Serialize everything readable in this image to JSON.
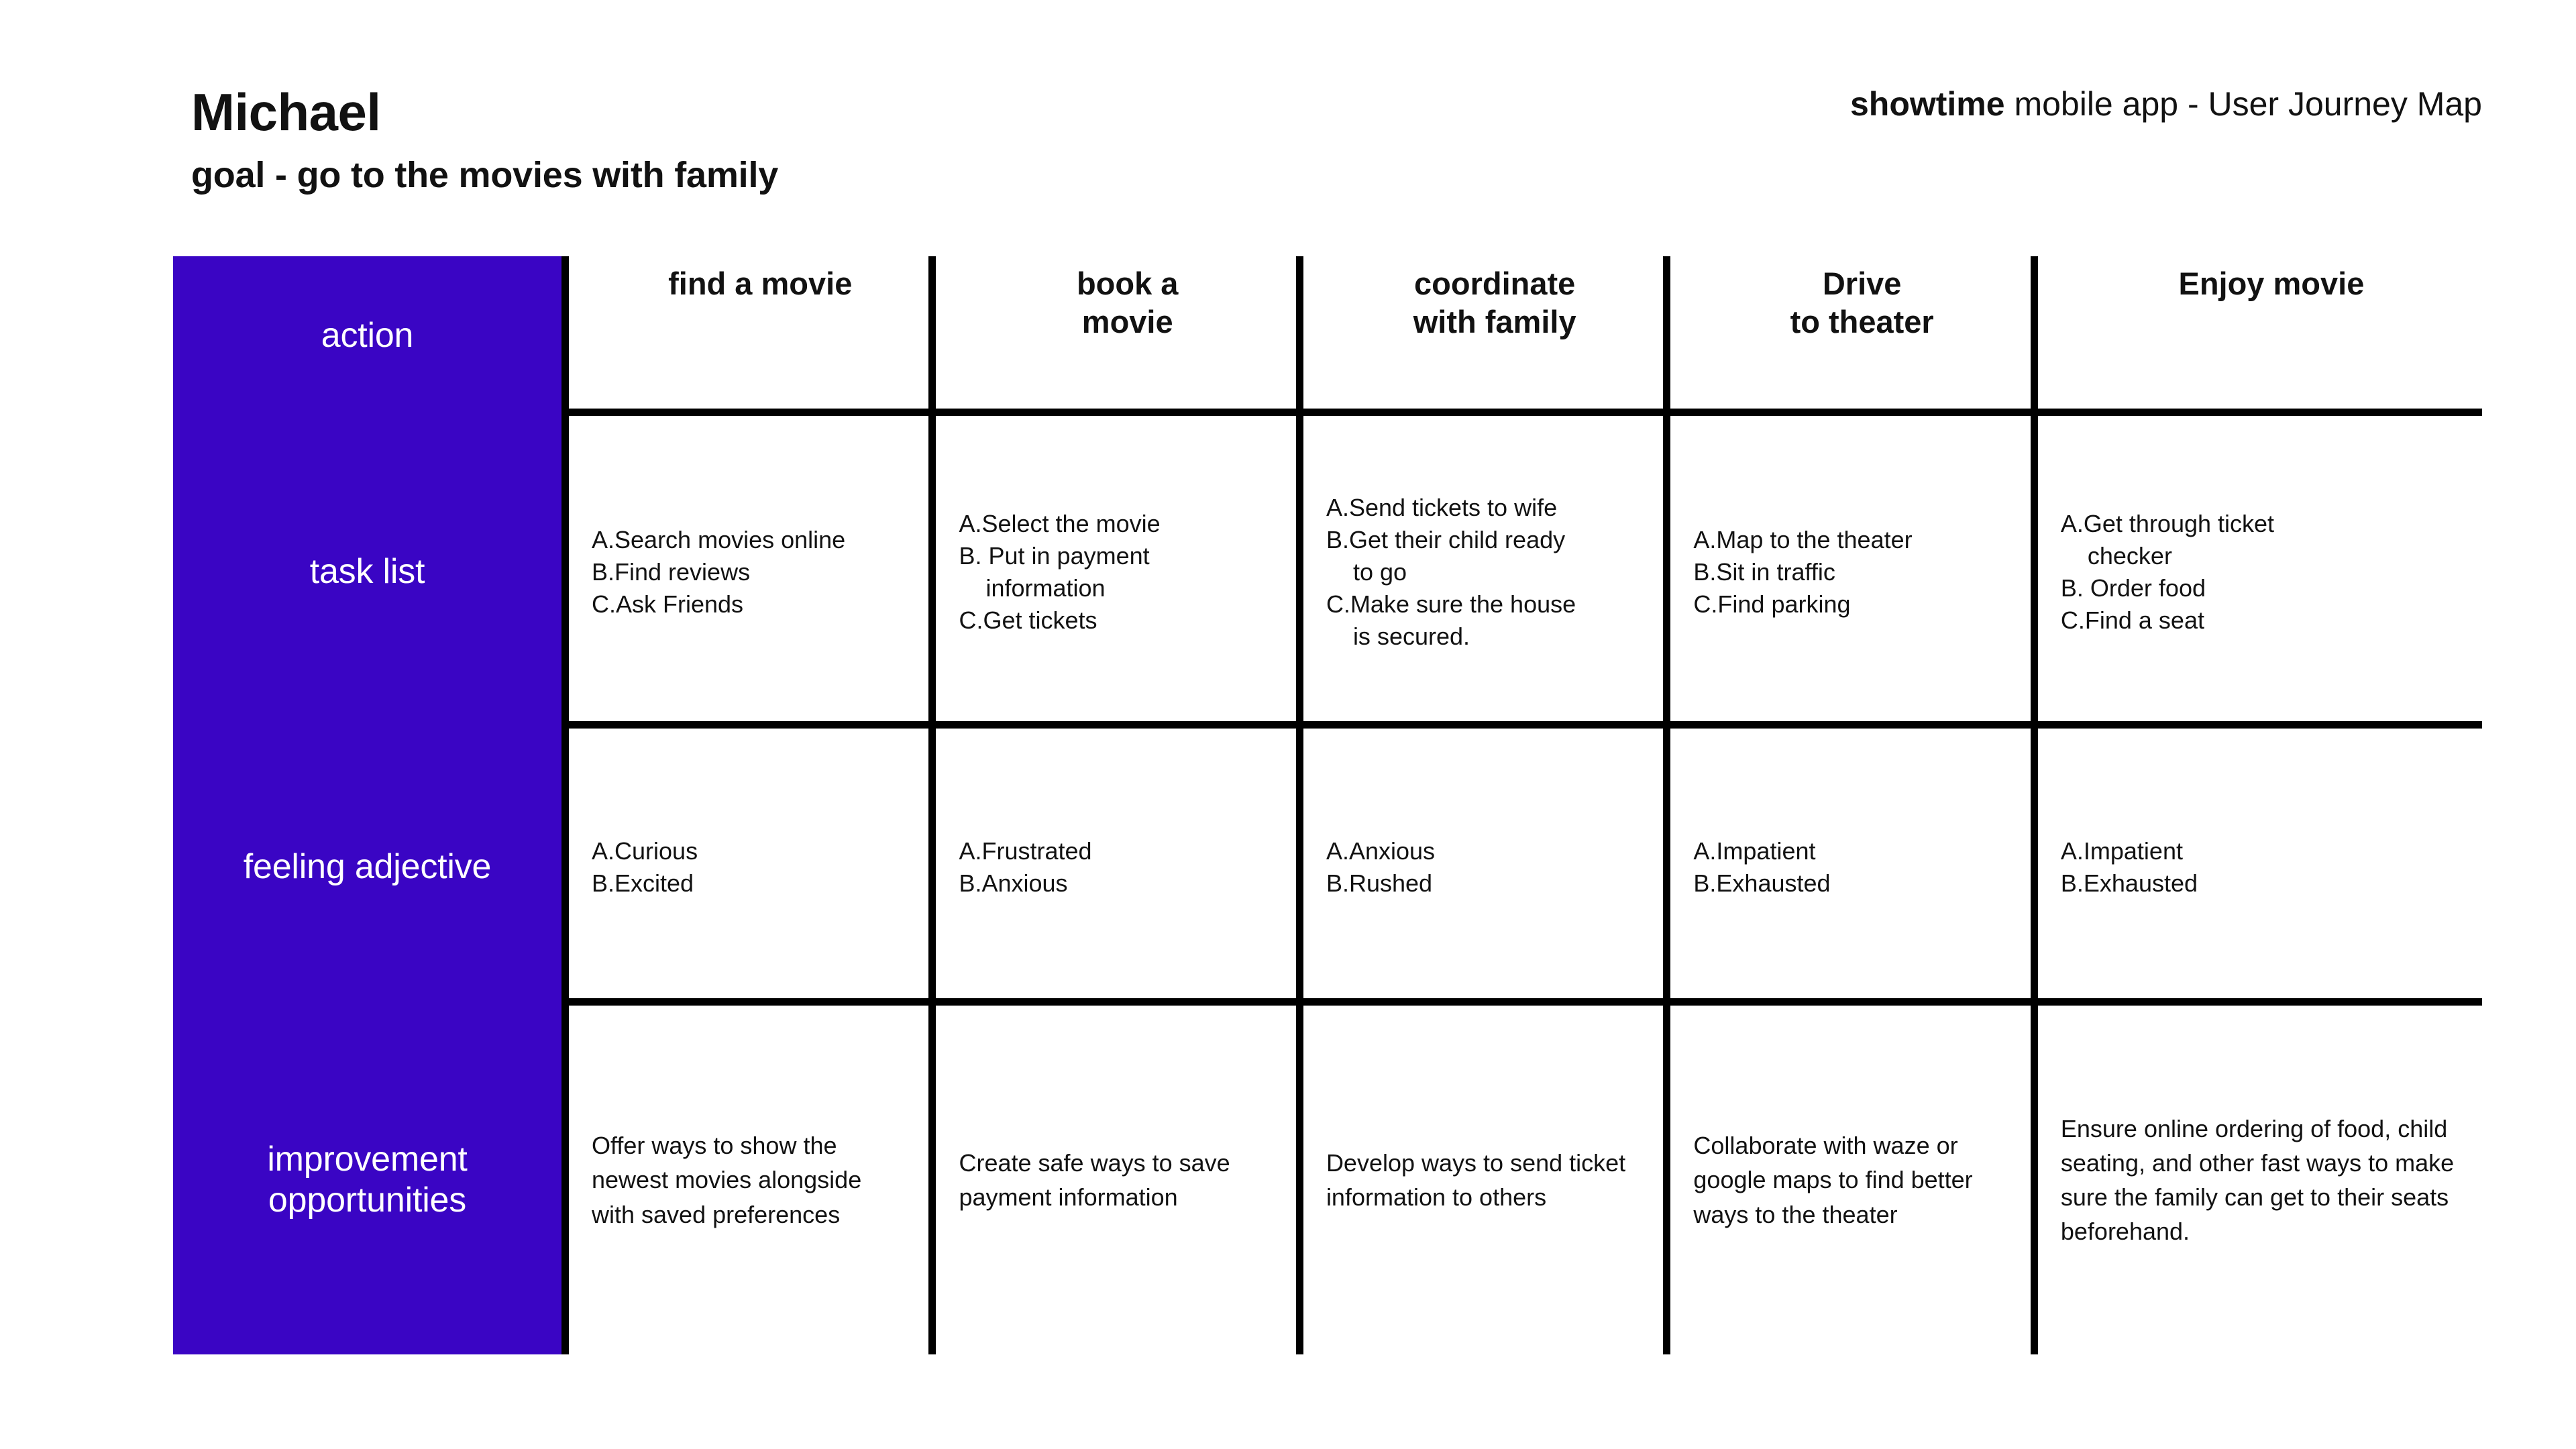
{
  "header": {
    "persona_name": "Michael",
    "persona_goal": "goal - go to the movies with family",
    "doc_brand": "showtime",
    "doc_subtitle": " mobile app - User Journey Map"
  },
  "theme": {
    "accent_purple": "#3A05C4",
    "rule_black": "#000000",
    "text_black": "#121212",
    "cell_background": "#FFFFFF"
  },
  "grid": {
    "row_labels": [
      "action",
      "task list",
      "feeling\nadjective",
      "improvement\nopportunities"
    ],
    "columns": [
      "find a movie",
      "book a\nmovie",
      "coordinate\nwith family",
      "Drive\nto theater",
      "Enjoy movie"
    ],
    "task_list": [
      [
        "A.Search movies online",
        "B.Find reviews",
        "C.Ask Friends"
      ],
      [
        "A.Select the movie",
        "B. Put in payment",
        "information",
        "C.Get tickets"
      ],
      [
        "A.Send tickets to wife",
        "B.Get their child ready",
        "to go",
        "C.Make sure the house",
        "is secured."
      ],
      [
        "A.Map to the theater",
        "B.Sit in traffic",
        "C.Find parking"
      ],
      [
        "A.Get through ticket",
        "checker",
        "B. Order food",
        "C.Find a seat"
      ]
    ],
    "task_list_continuations": [
      [
        false,
        false,
        false
      ],
      [
        false,
        false,
        true,
        false
      ],
      [
        false,
        false,
        true,
        false,
        true
      ],
      [
        false,
        false,
        false
      ],
      [
        false,
        true,
        false,
        false
      ]
    ],
    "feeling_adjective": [
      [
        "A.Curious",
        "B.Excited"
      ],
      [
        "A.Frustrated",
        "B.Anxious"
      ],
      [
        "A.Anxious",
        "B.Rushed"
      ],
      [
        "A.Impatient",
        "B.Exhausted"
      ],
      [
        "A.Impatient",
        "B.Exhausted"
      ]
    ],
    "improvement_opportunities": [
      "Offer ways to show the newest movies alongside with saved preferences",
      "Create safe ways to save payment information",
      "Develop ways to send ticket information to others",
      "Collaborate with waze or google maps to find better ways to the theater",
      "Ensure online ordering of food, child seating, and other fast ways to make sure the family can get to their seats beforehand."
    ]
  }
}
